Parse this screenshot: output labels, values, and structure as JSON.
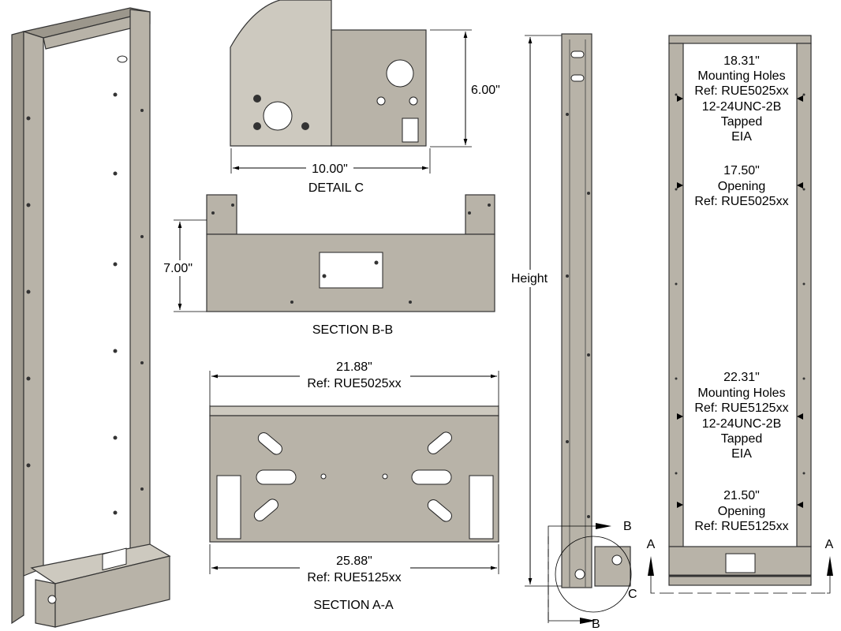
{
  "detail_c": {
    "height_dim": "6.00\"",
    "width_dim": "10.00\"",
    "title": "DETAIL C"
  },
  "section_bb": {
    "height_dim": "7.00\"",
    "title": "SECTION B-B"
  },
  "section_aa": {
    "top_dim": "21.88\"",
    "top_ref": "Ref: RUE5025xx",
    "bottom_dim": "25.88\"",
    "bottom_ref": "Ref: RUE5125xx",
    "title": "SECTION A-A"
  },
  "side_view": {
    "height_label": "Height",
    "section_b_label": "B",
    "detail_c_label": "C"
  },
  "front_view": {
    "section_a_label": "A",
    "rue5025_holes": [
      "18.31\"",
      "Mounting Holes",
      "Ref: RUE5025xx",
      "12-24UNC-2B",
      "Tapped",
      "EIA"
    ],
    "rue5025_opening": [
      "17.50\"",
      "Opening",
      "Ref: RUE5025xx"
    ],
    "rue5125_holes": [
      "22.31\"",
      "Mounting Holes",
      "Ref: RUE5125xx",
      "12-24UNC-2B",
      "Tapped",
      "EIA"
    ],
    "rue5125_opening": [
      "21.50\"",
      "Opening",
      "Ref: RUE5125xx"
    ]
  }
}
